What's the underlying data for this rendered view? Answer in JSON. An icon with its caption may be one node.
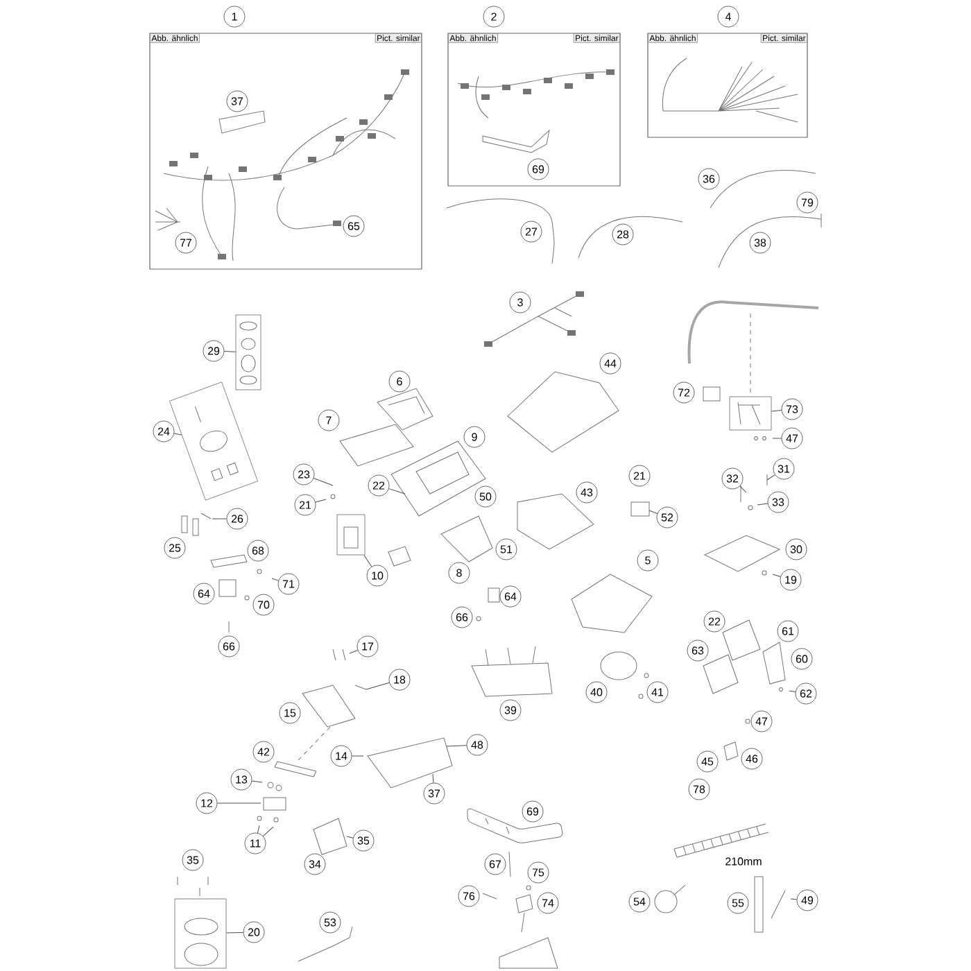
{
  "diagram": {
    "nodes": [
      {
        "text": [
          "1"
        ]
      },
      {
        "text": [
          "Abb. ähnlich",
          "Pict. similar"
        ]
      },
      {
        "text": [
          "37"
        ],
        "in": 1
      },
      {
        "text": [
          "77"
        ],
        "in": 1
      },
      {
        "text": [
          "65"
        ],
        "in": 1
      },
      {
        "text": [
          "2"
        ]
      },
      {
        "text": [
          "Abb. ähnlich",
          "Pict. similar"
        ]
      },
      {
        "text": [
          "69"
        ],
        "in": 6
      },
      {
        "text": [
          "4"
        ]
      },
      {
        "text": [
          "Abb. ähnlich",
          "Pict. similar"
        ]
      },
      {
        "text": [
          "27"
        ]
      },
      {
        "text": [
          "36"
        ]
      },
      {
        "text": [
          "28"
        ]
      },
      {
        "text": [
          "79"
        ]
      },
      {
        "text": [
          "38"
        ]
      },
      {
        "text": [
          "3"
        ]
      },
      {
        "text": [
          "29"
        ]
      },
      {
        "text": [],
        "shape": "box"
      },
      {
        "text": [
          "6"
        ]
      },
      {
        "text": [
          "44"
        ]
      },
      {
        "text": [
          "72"
        ]
      },
      {
        "text": [
          "73"
        ]
      },
      {
        "text": [],
        "shape": "box"
      },
      {
        "text": [
          "24"
        ]
      },
      {
        "text": [],
        "shape": "box"
      },
      {
        "text": [
          "7"
        ]
      },
      {
        "text": [
          "9"
        ]
      },
      {
        "text": [
          "47"
        ]
      },
      {
        "text": [
          "23"
        ]
      },
      {
        "text": [
          "22"
        ]
      },
      {
        "text": [
          "21"
        ]
      },
      {
        "text": [
          "50"
        ]
      },
      {
        "text": [
          "43"
        ]
      },
      {
        "text": [
          "21"
        ]
      },
      {
        "text": [
          "32"
        ]
      },
      {
        "text": [
          "31"
        ]
      },
      {
        "text": [
          "33"
        ]
      },
      {
        "text": [
          "52"
        ]
      },
      {
        "text": [
          "26"
        ]
      },
      {
        "text": [
          "30"
        ]
      },
      {
        "text": [
          "25"
        ]
      },
      {
        "text": [
          "68"
        ]
      },
      {
        "text": [
          "51"
        ]
      },
      {
        "text": [
          "5"
        ]
      },
      {
        "text": [
          "10"
        ]
      },
      {
        "text": [],
        "shape": "box"
      },
      {
        "text": [
          "8"
        ]
      },
      {
        "text": [
          "19"
        ]
      },
      {
        "text": [
          "71"
        ]
      },
      {
        "text": [
          "64"
        ]
      },
      {
        "text": [
          "70"
        ]
      },
      {
        "text": [
          "64"
        ]
      },
      {
        "text": [
          "66"
        ]
      },
      {
        "text": [
          "66"
        ]
      },
      {
        "text": [
          "17"
        ]
      },
      {
        "text": [
          "22"
        ]
      },
      {
        "text": [
          "61"
        ]
      },
      {
        "text": [
          "63"
        ]
      },
      {
        "text": [
          "60"
        ]
      },
      {
        "text": [
          "18"
        ]
      },
      {
        "text": [
          "39"
        ]
      },
      {
        "text": [
          "40"
        ]
      },
      {
        "text": [
          "41"
        ]
      },
      {
        "text": [
          "62"
        ]
      },
      {
        "text": [
          "15"
        ]
      },
      {
        "text": [
          "47"
        ]
      },
      {
        "text": [
          "42"
        ]
      },
      {
        "text": [
          "14"
        ]
      },
      {
        "text": [
          "48"
        ]
      },
      {
        "text": [
          "46"
        ]
      },
      {
        "text": [
          "45"
        ]
      },
      {
        "text": [
          "13"
        ]
      },
      {
        "text": [
          "37"
        ]
      },
      {
        "text": [
          "78"
        ]
      },
      {
        "text": [
          "12"
        ]
      },
      {
        "text": [
          "69"
        ]
      },
      {
        "text": [
          "11"
        ]
      },
      {
        "text": [
          "35"
        ]
      },
      {
        "text": [
          "34"
        ]
      },
      {
        "text": [
          "35"
        ]
      },
      {
        "text": [
          "67"
        ]
      },
      {
        "text": [
          "75"
        ]
      },
      {
        "text": [
          "20"
        ]
      },
      {
        "text": [],
        "shape": "box"
      },
      {
        "text": [
          "76"
        ]
      },
      {
        "text": [
          "74"
        ]
      },
      {
        "text": [
          "53"
        ]
      },
      {
        "text": [
          "54"
        ]
      },
      {
        "text": [
          "55"
        ]
      },
      {
        "text": [
          "49"
        ]
      }
    ],
    "edges": [
      {
        "from": 16,
        "to": 17,
        "arrow": "none"
      },
      {
        "from": 21,
        "to": 22,
        "arrow": "none"
      },
      {
        "from": 23,
        "to": 24,
        "arrow": "none"
      },
      {
        "from": 44,
        "to": 45,
        "arrow": "none"
      },
      {
        "from": 82,
        "to": 83,
        "arrow": "none"
      },
      {
        "from": 38,
        "to": null,
        "arrow": "none"
      },
      {
        "from": 28,
        "to": null,
        "arrow": "none"
      },
      {
        "from": 30,
        "to": null,
        "arrow": "none"
      },
      {
        "from": 29,
        "to": null,
        "arrow": "none"
      },
      {
        "from": 48,
        "to": null,
        "arrow": "none"
      },
      {
        "from": 27,
        "to": null,
        "arrow": "none"
      },
      {
        "from": 35,
        "to": null,
        "arrow": "none"
      },
      {
        "from": 34,
        "to": null,
        "arrow": "none"
      },
      {
        "from": 36,
        "to": null,
        "arrow": "none"
      },
      {
        "from": 47,
        "to": null,
        "arrow": "none"
      },
      {
        "from": 37,
        "to": null,
        "arrow": "none"
      },
      {
        "from": 54,
        "to": null,
        "arrow": "none"
      },
      {
        "from": 59,
        "to": null,
        "arrow": "none"
      },
      {
        "from": 67,
        "to": null,
        "arrow": "none"
      },
      {
        "from": 68,
        "to": null,
        "arrow": "none"
      },
      {
        "from": 71,
        "to": null,
        "arrow": "none"
      },
      {
        "from": 74,
        "to": null,
        "arrow": "none"
      },
      {
        "from": 76,
        "to": null,
        "arrow": "none"
      },
      {
        "from": 76,
        "to": null,
        "arrow": "none"
      },
      {
        "from": 77,
        "to": null,
        "arrow": "none"
      },
      {
        "from": 89,
        "to": null,
        "arrow": "none"
      },
      {
        "from": 63,
        "to": null,
        "arrow": "none"
      },
      {
        "from": 72,
        "to": null,
        "arrow": "none"
      }
    ],
    "labels": [
      "210mm"
    ]
  }
}
